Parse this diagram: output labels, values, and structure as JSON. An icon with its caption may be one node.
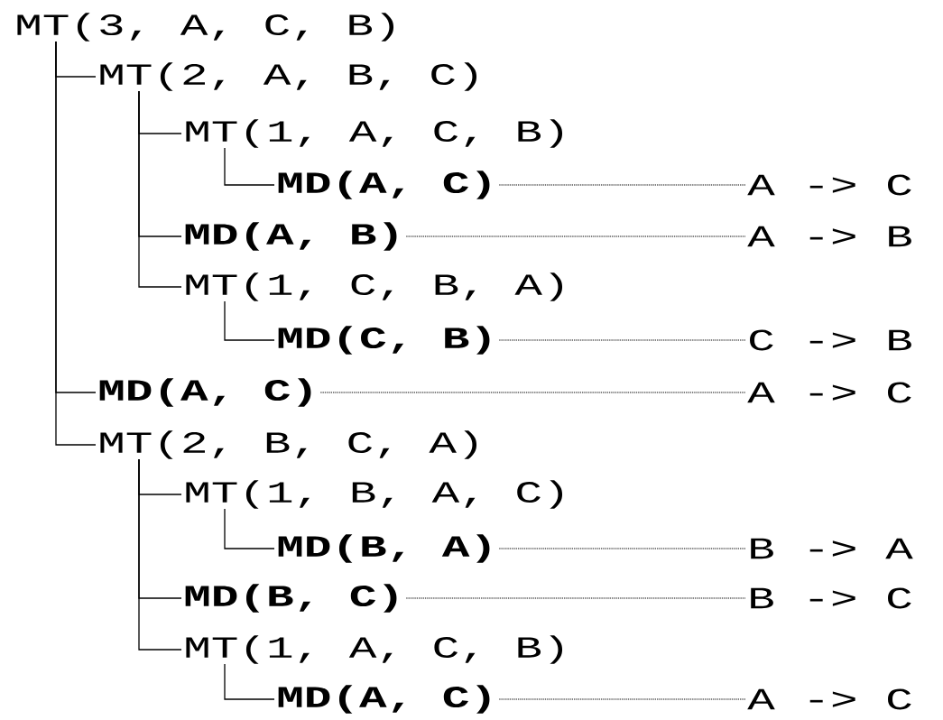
{
  "diagram": {
    "nodes": [
      {
        "text": [
          "MT(3, A, C, B)"
        ]
      },
      {
        "text": [
          "MT(2, A, B, C)"
        ]
      },
      {
        "text": [
          "MT(1, A, C, B)"
        ]
      },
      {
        "text": [
          "MD(A, C)"
        ]
      },
      {
        "text": [
          "A -> C"
        ]
      },
      {
        "text": [
          "MD(A, B)"
        ]
      },
      {
        "text": [
          "A -> B"
        ]
      },
      {
        "text": [
          "MT(1, C, B, A)"
        ]
      },
      {
        "text": [
          "MD(C, B)"
        ]
      },
      {
        "text": [
          "C -> B"
        ]
      },
      {
        "text": [
          "MD(A, C)"
        ]
      },
      {
        "text": [
          "A -> C"
        ]
      },
      {
        "text": [
          "MT(2, B, C, A)"
        ]
      },
      {
        "text": [
          "MT(1, B, A, C)"
        ]
      },
      {
        "text": [
          "MD(B, A)"
        ]
      },
      {
        "text": [
          "B -> A"
        ]
      },
      {
        "text": [
          "MD(B, C)"
        ]
      },
      {
        "text": [
          "B -> C"
        ]
      },
      {
        "text": [
          "MT(1, A, C, B)"
        ]
      },
      {
        "text": [
          "MD(A, C)"
        ]
      },
      {
        "text": [
          "A -> C"
        ]
      }
    ],
    "edges": [
      {
        "from": 0,
        "to": 1,
        "arrow": "none"
      },
      {
        "from": 1,
        "to": 2,
        "arrow": "none"
      },
      {
        "from": 2,
        "to": 3,
        "arrow": "none"
      },
      {
        "from": 3,
        "to": 4,
        "arrow": "none",
        "style": "dashed"
      },
      {
        "from": 1,
        "to": 5,
        "arrow": "none"
      },
      {
        "from": 5,
        "to": 6,
        "arrow": "none",
        "style": "dashed"
      },
      {
        "from": 1,
        "to": 7,
        "arrow": "none"
      },
      {
        "from": 7,
        "to": 8,
        "arrow": "none"
      },
      {
        "from": 8,
        "to": 9,
        "arrow": "none",
        "style": "dashed"
      },
      {
        "from": 0,
        "to": 10,
        "arrow": "none"
      },
      {
        "from": 10,
        "to": 11,
        "arrow": "none",
        "style": "dashed"
      },
      {
        "from": 0,
        "to": 12,
        "arrow": "none"
      },
      {
        "from": 12,
        "to": 13,
        "arrow": "none"
      },
      {
        "from": 13,
        "to": 14,
        "arrow": "none"
      },
      {
        "from": 14,
        "to": 15,
        "arrow": "none",
        "style": "dashed"
      },
      {
        "from": 12,
        "to": 16,
        "arrow": "none"
      },
      {
        "from": 16,
        "to": 17,
        "arrow": "none",
        "style": "dashed"
      },
      {
        "from": 12,
        "to": 18,
        "arrow": "none"
      },
      {
        "from": 18,
        "to": 19,
        "arrow": "none"
      },
      {
        "from": 19,
        "to": 20,
        "arrow": "none",
        "style": "dashed"
      }
    ]
  }
}
